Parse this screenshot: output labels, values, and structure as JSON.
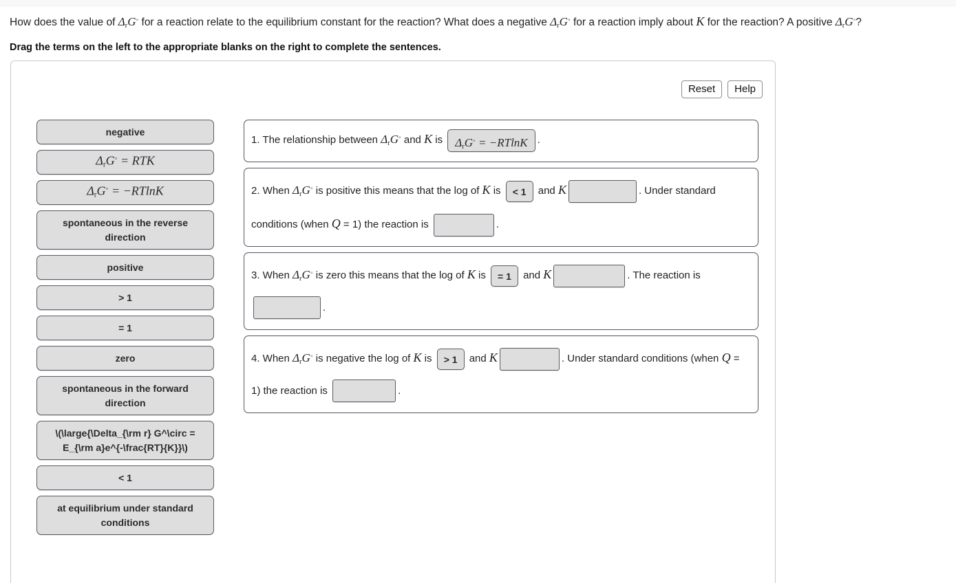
{
  "header": {
    "question_part1": "How does the value of ",
    "question_sym1": "Δ_r G°",
    "question_part2": " for a reaction relate to the equilibrium constant for the reaction? What does a negative ",
    "question_sym2": "Δ_r G°",
    "question_part3": " for a reaction imply about ",
    "question_sym3": "K",
    "question_part4": " for the reaction? A positive ",
    "question_sym4": "Δ_r G°",
    "question_part5": "?",
    "instruction": "Drag the terms on the left to the appropriate blanks on the right to complete the sentences."
  },
  "toolbar": {
    "reset_label": "Reset",
    "help_label": "Help"
  },
  "term_bank": {
    "items": [
      {
        "id": "negative",
        "text": "negative",
        "type": "text",
        "lines": 1
      },
      {
        "id": "drg-rtk",
        "text": "ΔrG° = RTK",
        "type": "math",
        "lines": 1
      },
      {
        "id": "drg-neg-rtlnk",
        "text": "ΔrG° = −RTlnK",
        "type": "math",
        "lines": 1
      },
      {
        "id": "spont-reverse",
        "text": "spontaneous in the reverse direction",
        "type": "text",
        "lines": 2
      },
      {
        "id": "positive",
        "text": "positive",
        "type": "text",
        "lines": 1
      },
      {
        "id": "gt1",
        "text": "> 1",
        "type": "text",
        "lines": 1
      },
      {
        "id": "eq1",
        "text": "= 1",
        "type": "text",
        "lines": 1
      },
      {
        "id": "zero",
        "text": "zero",
        "type": "text",
        "lines": 1
      },
      {
        "id": "spont-forward",
        "text": "spontaneous in the forward direction",
        "type": "text",
        "lines": 2
      },
      {
        "id": "raw-latex",
        "text": "\\(\\large{\\Delta_{\\rm r} G^\\circ = E_{\\rm a}e^{-\\frac{RT}{K}}\\)",
        "type": "text",
        "lines": 2
      },
      {
        "id": "lt1",
        "text": "< 1",
        "type": "text",
        "lines": 1
      },
      {
        "id": "at-equilibrium",
        "text": "at equilibrium under standard conditions",
        "type": "text",
        "lines": 2
      }
    ]
  },
  "sentences": {
    "s1": {
      "number": "1.",
      "t1": " The relationship between ",
      "sym1": "Δ_r G°",
      "t2": " and ",
      "sym2": "K",
      "t3": " is ",
      "blank1_value": "ΔrG° = −RTlnK",
      "blank1_state": "filled",
      "t4": "."
    },
    "s2": {
      "number": "2.",
      "t1": " When ",
      "sym1": "Δ_r G°",
      "t2": " is positive this means that the log of ",
      "sym2": "K",
      "t3": " is ",
      "blank1_value": "< 1",
      "blank1_state": "filled",
      "t4": " and ",
      "sym3": "K",
      "blank2_value": "",
      "blank2_state": "empty",
      "t5": ". Under standard conditions (when ",
      "sym4": "Q",
      "t6": " = 1) the reaction is ",
      "blank3_value": "",
      "blank3_state": "empty",
      "t7": "."
    },
    "s3": {
      "number": "3.",
      "t1": " When ",
      "sym1": "Δ_r G°",
      "t2": " is zero this means that the log of ",
      "sym2": "K",
      "t3": " is ",
      "blank1_value": "= 1",
      "blank1_state": "filled",
      "t4": " and ",
      "sym3": "K",
      "blank2_value": "",
      "blank2_state": "empty",
      "t5": ". The reaction is ",
      "blank3_value": "",
      "blank3_state": "empty",
      "t6": "."
    },
    "s4": {
      "number": "4.",
      "t1": " When ",
      "sym1": "Δ_r G°",
      "t2": " is negative the log of ",
      "sym2": "K",
      "t3": " is ",
      "blank1_value": "> 1",
      "blank1_state": "filled",
      "t4": " and ",
      "sym3": "K",
      "blank2_value": "",
      "blank2_state": "empty",
      "t5": ". Under standard conditions (when ",
      "sym4": "Q",
      "t6": " = 1) the reaction is ",
      "blank3_value": "",
      "blank3_state": "empty",
      "t7": "."
    }
  },
  "colors": {
    "tile_fill": "#dedede",
    "tile_border": "#5a5a66",
    "panel_border": "#c9c9c9",
    "sentence_border": "#555560",
    "page_bg": "#ffffff"
  }
}
